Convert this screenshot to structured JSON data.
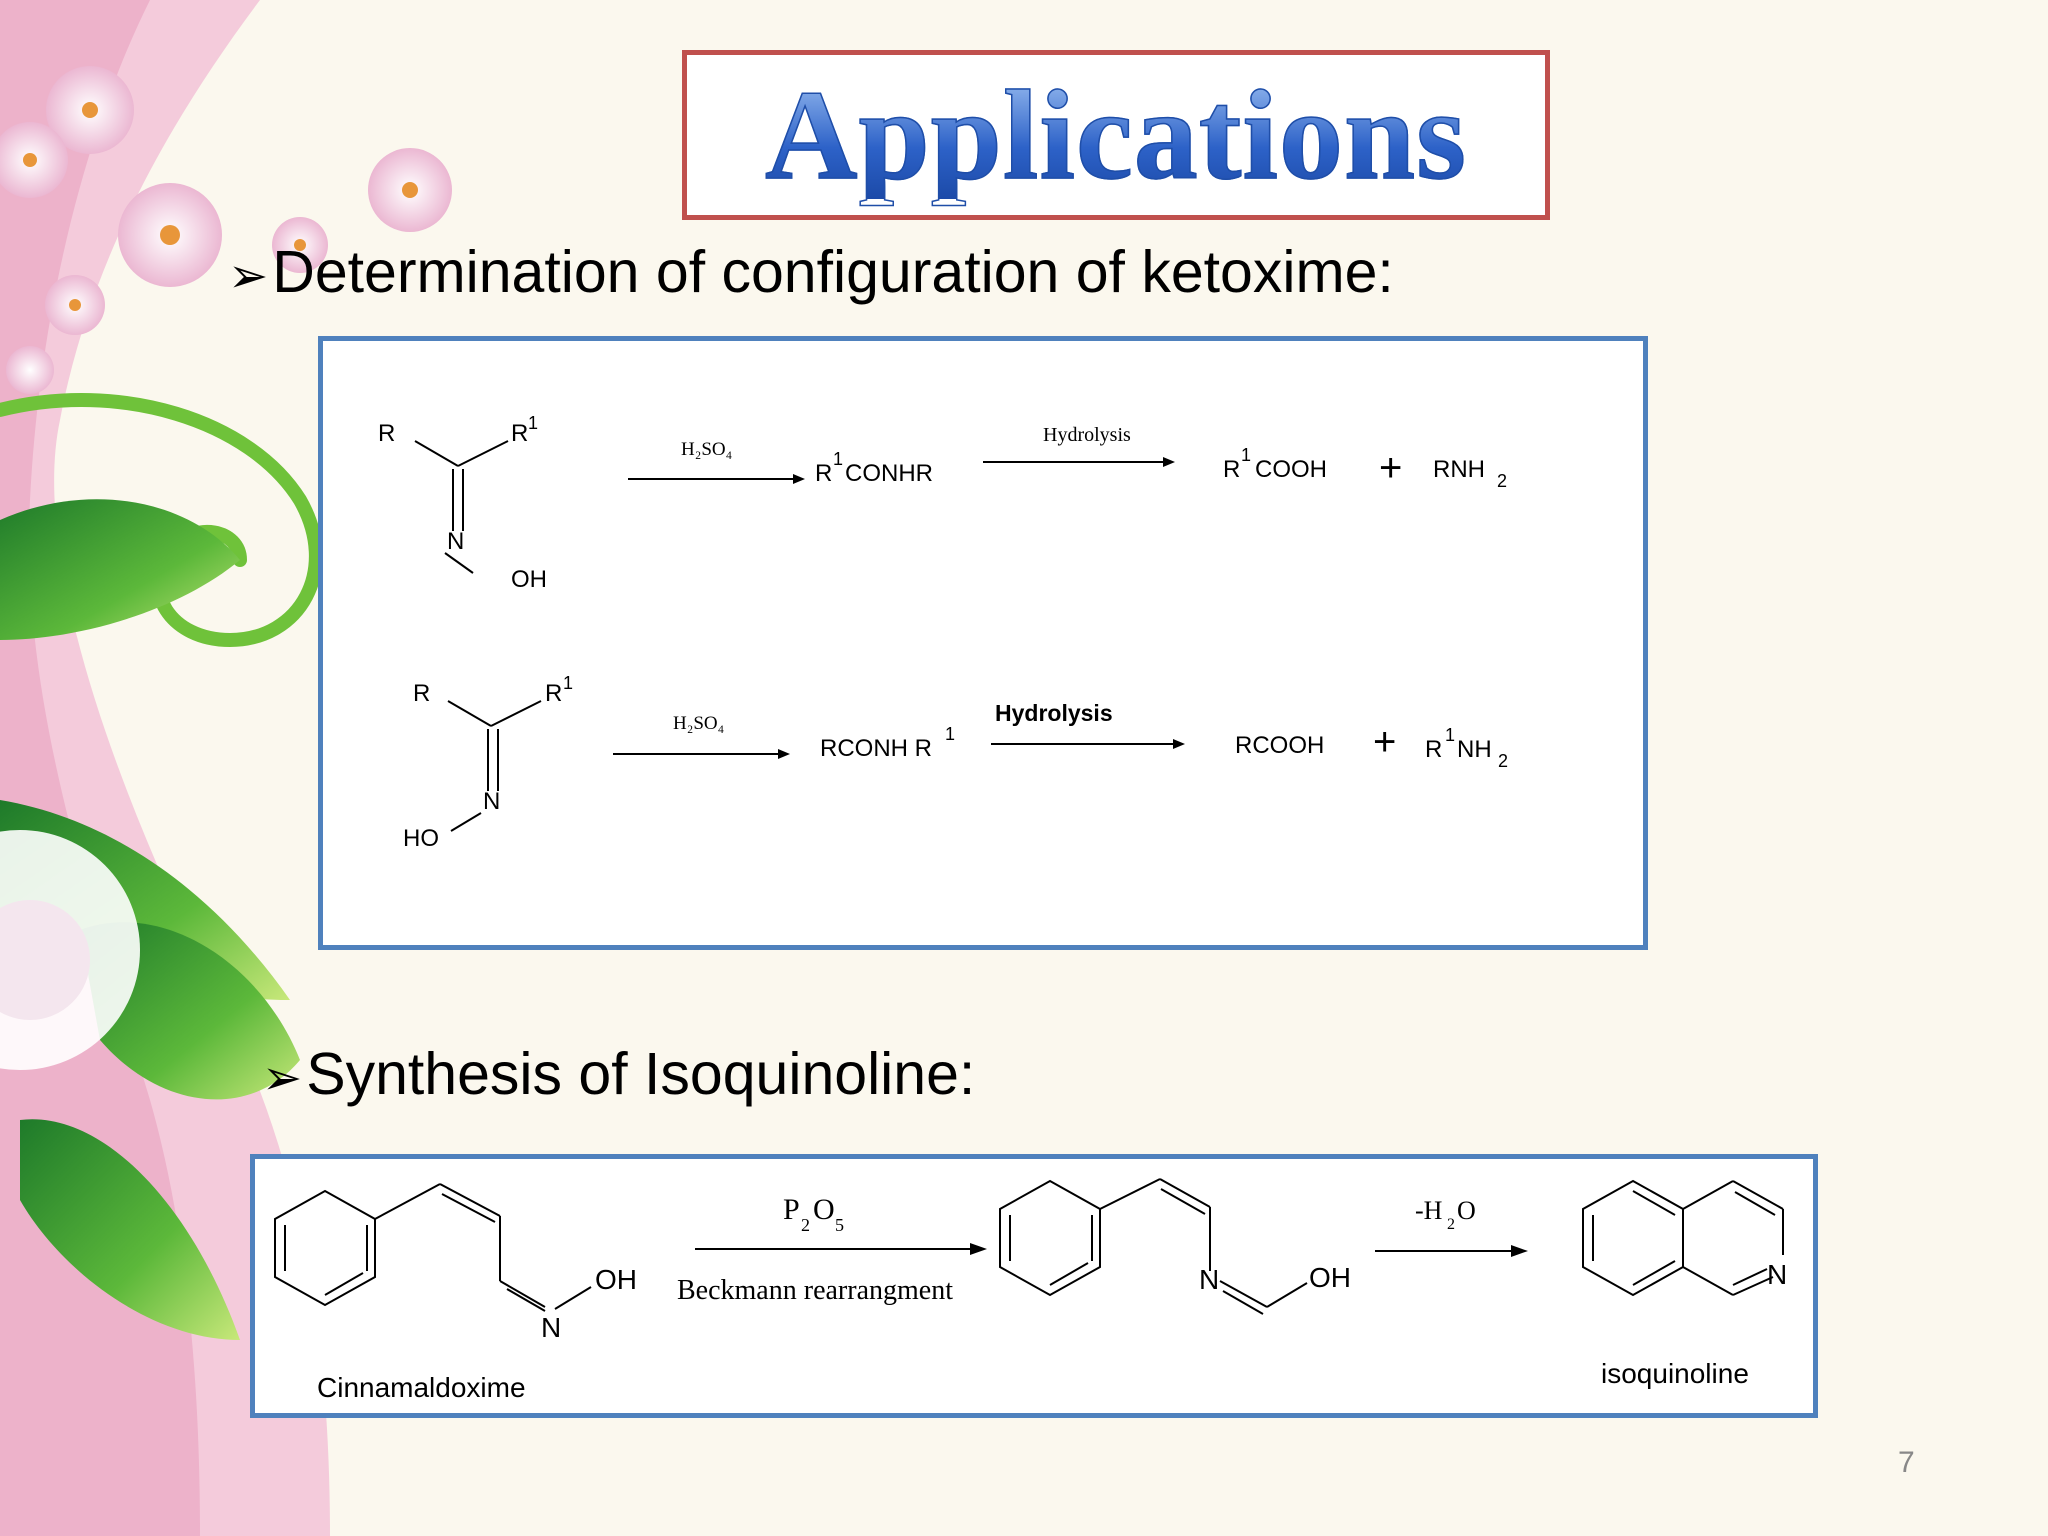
{
  "slide": {
    "title": "Applications",
    "page_number": "7"
  },
  "section1": {
    "bullet_mark": "➢",
    "heading": "Determination of configuration of ketoxime:",
    "reaction1": {
      "reactant": {
        "R": "R",
        "R1": "R",
        "R1_sup": "1",
        "N": "N",
        "OH": "OH"
      },
      "reagent": "H₂SO₄",
      "amide": {
        "R": "R",
        "sup": "1",
        "rest": "CONHR"
      },
      "hydrolysis": "Hydrolysis",
      "acid": {
        "R": "R",
        "sup": "1",
        "rest": "COOH"
      },
      "plus": "+",
      "amine": {
        "base": "RNH",
        "sub": "2"
      }
    },
    "reaction2": {
      "reactant": {
        "R": "R",
        "R1": "R",
        "R1_sup": "1",
        "N": "N",
        "HO": "HO"
      },
      "reagent": "H₂SO₄",
      "amide": {
        "main": "RCONH R",
        "sup": "1"
      },
      "hydrolysis": "Hydrolysis",
      "acid": "RCOOH",
      "plus": "+",
      "amine": {
        "R": "R",
        "sup": "1",
        "base": "NH",
        "sub": "2"
      }
    }
  },
  "section2": {
    "bullet_mark": "➢",
    "heading": "Synthesis of Isoquinoline:",
    "reaction": {
      "oxime_OH": "OH",
      "oxime_N": "N",
      "start_name": "Cinnamaldoxime",
      "reagent": {
        "P": "P",
        "P_sub": "2",
        "O": "O",
        "O_sub": "5"
      },
      "reagent_name": "Beckmann rearrangment",
      "inter_N": "N",
      "inter_OH": "OH",
      "dehydration": {
        "pre": "-H",
        "sub": "2",
        "post": "O"
      },
      "product_N": "N",
      "product_name": "isoquinoline"
    }
  },
  "colors": {
    "title_border": "#c0504d",
    "title_text": "#3a6fd0",
    "box_border": "#4f81bd",
    "background": "#fbf8ee"
  }
}
